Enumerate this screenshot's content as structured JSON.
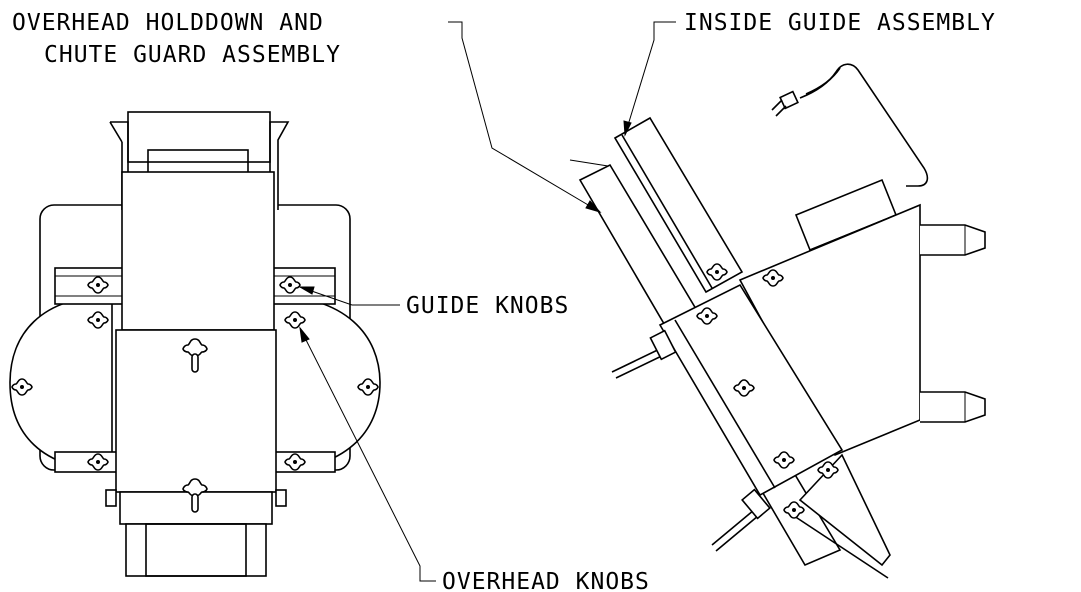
{
  "labels": {
    "overhead_holddown_line1": "OVERHEAD HOLDDOWN AND",
    "overhead_holddown_line2": "CHUTE GUARD ASSEMBLY",
    "inside_guide": "INSIDE GUIDE ASSEMBLY",
    "guide_knobs": "GUIDE KNOBS",
    "overhead_knobs": "OVERHEAD KNOBS"
  },
  "colors": {
    "line": "#000000",
    "background": "#ffffff"
  }
}
